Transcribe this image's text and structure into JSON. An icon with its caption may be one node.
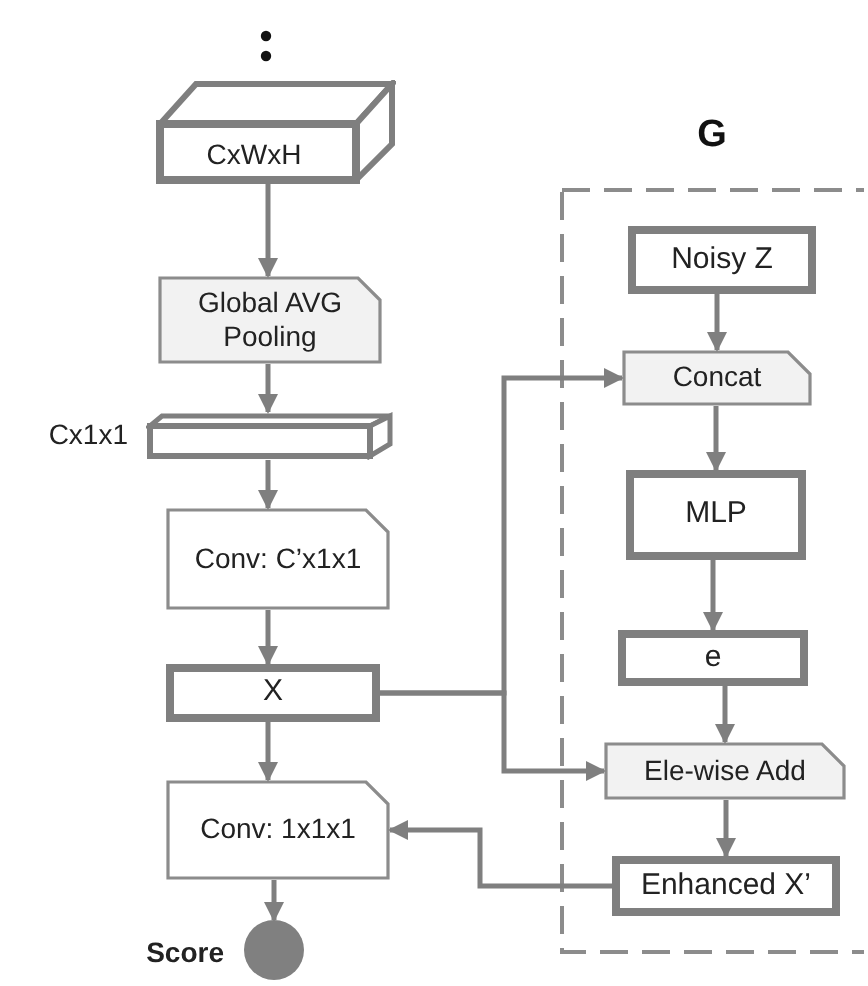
{
  "diagram": {
    "nodes": [
      {
        "text": [
          "CxWxH"
        ]
      },
      {
        "text": [
          "Global AVG Pooling"
        ]
      },
      {
        "text": [],
        "shape": "box",
        "beside": [
          "Cx1x1"
        ]
      },
      {
        "text": [
          "Conv: C’x1x1"
        ]
      },
      {
        "text": [
          "X"
        ]
      },
      {
        "text": [
          "Conv: 1x1x1"
        ]
      },
      {
        "text": [],
        "shape": "circle",
        "beside": [
          "Score"
        ]
      },
      {
        "text": [
          "G"
        ]
      },
      {
        "text": [
          "Noisy Z"
        ],
        "in": 7
      },
      {
        "text": [
          "Concat"
        ],
        "in": 7
      },
      {
        "text": [
          "MLP"
        ],
        "in": 7
      },
      {
        "text": [
          "e"
        ],
        "in": 7
      },
      {
        "text": [
          "Ele-wise Add"
        ],
        "in": 7
      },
      {
        "text": [
          "Enhanced X’"
        ],
        "in": 7
      }
    ],
    "edges": [
      {
        "from": 0,
        "to": 1,
        "arrow": "to"
      },
      {
        "from": 1,
        "to": 2,
        "arrow": "to"
      },
      {
        "from": 2,
        "to": 3,
        "arrow": "to"
      },
      {
        "from": 3,
        "to": 4,
        "arrow": "to"
      },
      {
        "from": 4,
        "to": 5,
        "arrow": "to"
      },
      {
        "from": 5,
        "to": 6,
        "arrow": "to"
      },
      {
        "from": 4,
        "to": 9,
        "arrow": "to"
      },
      {
        "from": 4,
        "to": 12,
        "arrow": "to"
      },
      {
        "from": 8,
        "to": 9,
        "arrow": "to"
      },
      {
        "from": 9,
        "to": 10,
        "arrow": "to"
      },
      {
        "from": 10,
        "to": 11,
        "arrow": "to"
      },
      {
        "from": 11,
        "to": 12,
        "arrow": "to"
      },
      {
        "from": 12,
        "to": 13,
        "arrow": "to"
      },
      {
        "from": 13,
        "to": 5,
        "arrow": "to"
      }
    ]
  }
}
